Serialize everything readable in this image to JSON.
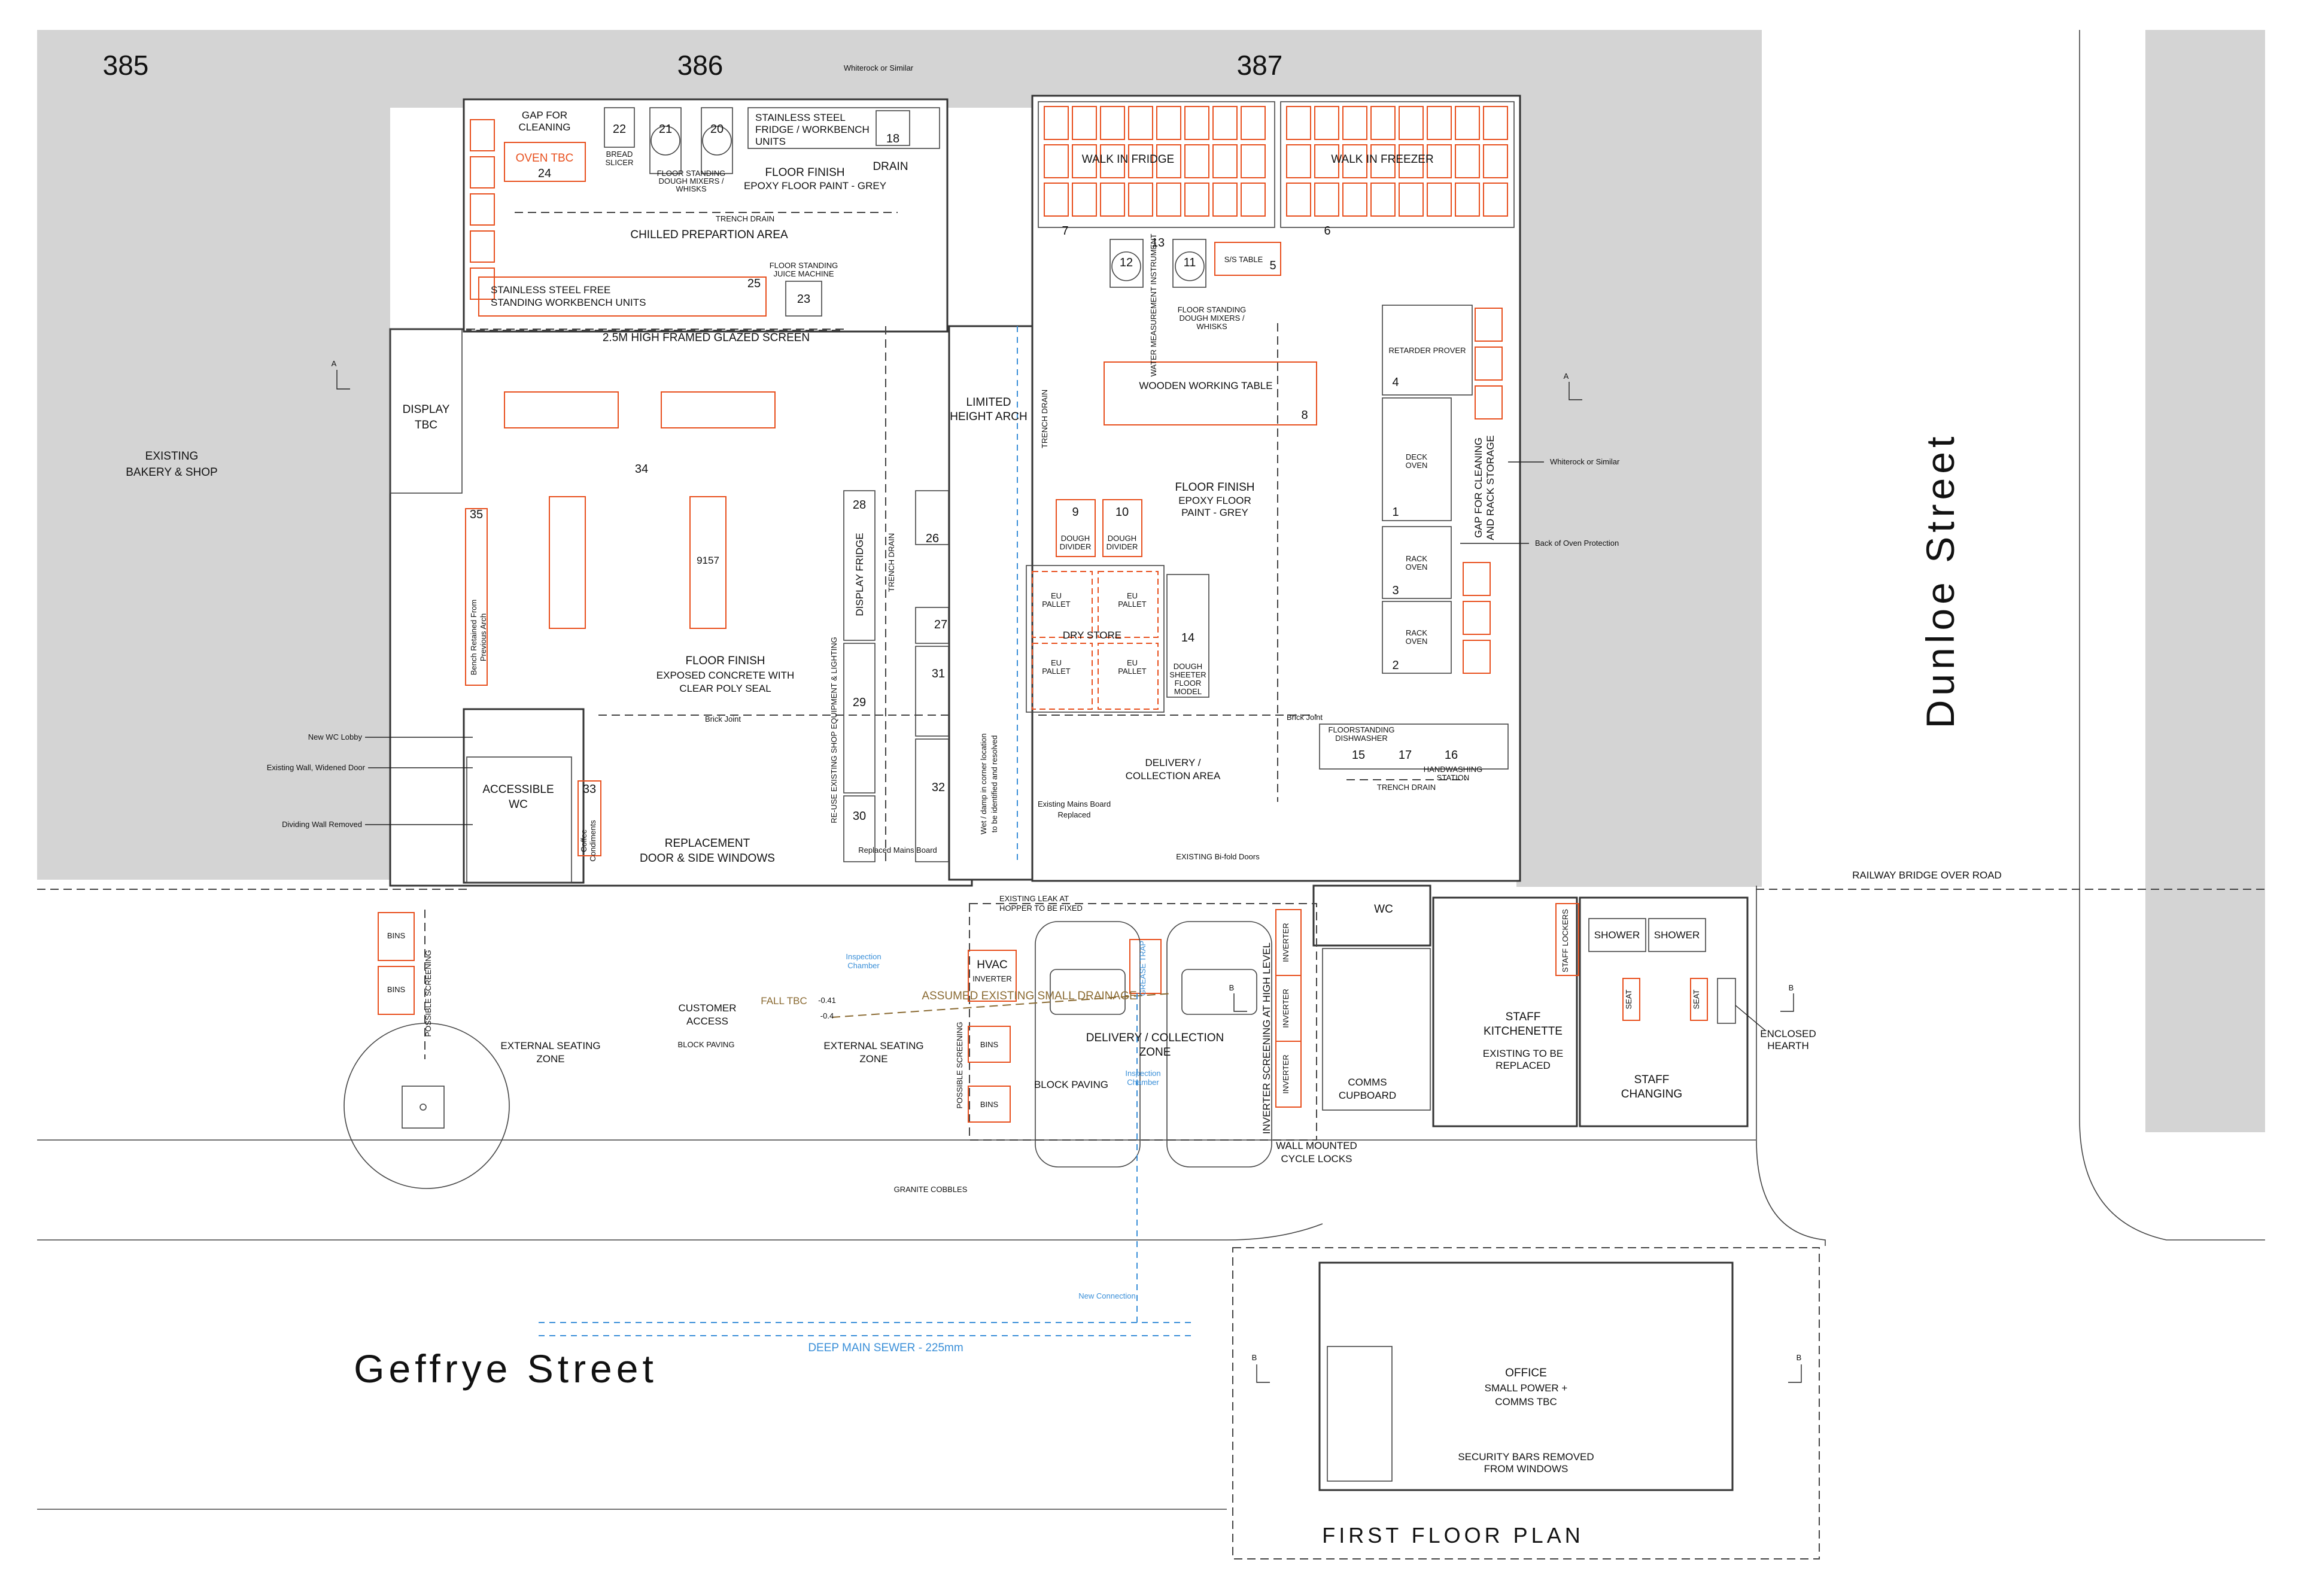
{
  "units": [
    "385",
    "386",
    "387"
  ],
  "streets": {
    "geffrye": "Geffrye Street",
    "dunloe": "Dunloe Street"
  },
  "first_floor": {
    "title": "FIRST FLOOR PLAN",
    "office": [
      "OFFICE",
      "SMALL POWER +",
      "COMMS TBC"
    ],
    "security": [
      "SECURITY BARS REMOVED",
      "FROM WINDOWS"
    ]
  },
  "sewer": "DEEP MAIN SEWER - 225mm",
  "railway": "RAILWAY BRIDGE OVER ROAD",
  "section_letters": {
    "a": "A",
    "b": "B"
  },
  "existing_bakery": [
    "EXISTING",
    "BAKERY & SHOP"
  ],
  "unit386": {
    "gap_cleaning": [
      "GAP FOR",
      "CLEANING"
    ],
    "oven": [
      "OVEN TBC",
      "24"
    ],
    "bread_slicer": [
      "22",
      "BREAD",
      "SLICER"
    ],
    "mixers_no": [
      "21",
      "20"
    ],
    "mixers_label": [
      "FLOOR STANDING",
      "DOUGH MIXERS /",
      "WHISKS"
    ],
    "fridge_wb": [
      "STAINLESS STEEL",
      "FRIDGE / WORKBENCH",
      "UNITS"
    ],
    "fridge_no": "18",
    "whiterock_top": "Whiterock or Similar",
    "drain": "DRAIN",
    "floor_finish": [
      "FLOOR FINISH",
      "EPOXY FLOOR PAINT - GREY"
    ],
    "trench_drain": "TRENCH DRAIN",
    "chilled": "CHILLED PREPARTION AREA",
    "workbench": [
      "STAINLESS STEEL FREE",
      "STANDING WORKBENCH UNITS",
      "25"
    ],
    "juice": [
      "FLOOR STANDING",
      "JUICE MACHINE",
      "23"
    ],
    "glazed_screen": "2.5M HIGH FRAMED GLAZED SCREEN",
    "display_tbc": [
      "DISPLAY",
      "TBC"
    ],
    "seating_no": "34",
    "bench_no": "35",
    "bench_label": [
      "Bench Retained From",
      "Previous Arch"
    ],
    "dim_mid": "9157",
    "floor_finish2": [
      "FLOOR FINISH",
      "EXPOSED CONCRETE WITH",
      "CLEAR POLY SEAL"
    ],
    "brick_joint": "Brick Joint",
    "display_fridge": [
      "28",
      "DISPLAY FRIDGE"
    ],
    "trench_drain_v": "TRENCH DRAIN",
    "reuse_equipment": "RE-USE EXISTING SHOP EQUIPMENT & LIGHTING",
    "items_right": [
      "26",
      "27",
      "31",
      "32"
    ],
    "items_left": [
      "29",
      "30"
    ],
    "wet_damp": [
      "Wet / damp in corner location",
      "to be identified and resolved"
    ],
    "replaced_mains": "Replaced Mains Board",
    "new_wc_lobby": "New WC Lobby",
    "existing_wall": "Existing Wall, Widened Door",
    "dividing_wall": "Dividing Wall Removed",
    "accessible_wc": [
      "ACCESSIBLE",
      "WC"
    ],
    "coffee": [
      "33",
      "Coffee",
      "Condiments"
    ],
    "replacement": [
      "REPLACEMENT",
      "DOOR & SIDE WINDOWS"
    ]
  },
  "arch": {
    "limited": [
      "LIMITED",
      "HEIGHT ARCH"
    ]
  },
  "unit387": {
    "walk_in_fridge": "WALK IN FRIDGE",
    "walk_in_freezer": "WALK IN FREEZER",
    "doors": [
      "7",
      "6"
    ],
    "mixers_no": [
      "12",
      "11",
      "13"
    ],
    "water_instr": "WATER MEASUREMENT INSTRUMENT",
    "mixers_label": [
      "FLOOR STANDING",
      "DOUGH MIXERS /",
      "WHISKS"
    ],
    "ss_table": [
      "S/S TABLE",
      "5"
    ],
    "wooden_table": [
      "WOODEN WORKING TABLE",
      "8"
    ],
    "trench_drain_v": "TRENCH DRAIN",
    "floor_finish": [
      "FLOOR FINISH",
      "EPOXY FLOOR",
      "PAINT - GREY"
    ],
    "dividers": [
      "9",
      "DOUGH",
      "DIVIDER",
      "10",
      "DOUGH",
      "DIVIDER"
    ],
    "pallets": [
      "EU",
      "PALLET"
    ],
    "dry_store": "DRY STORE",
    "sheeter": [
      "14",
      "DOUGH",
      "SHEETER",
      "FLOOR",
      "MODEL"
    ],
    "retarder": [
      "RETARDER PROVER",
      "4"
    ],
    "deck_oven": [
      "DECK",
      "OVEN",
      "1"
    ],
    "rack_oven": [
      "RACK",
      "OVEN",
      "3",
      "2"
    ],
    "gap_rack": [
      "GAP FOR CLEANING",
      "AND RACK STORAGE"
    ],
    "whiterock": "Whiterock or Similar",
    "oven_protection": "Back of Oven Protection",
    "brick_joint": "Brick Joint",
    "dishwasher": [
      "FLOORSTANDING",
      "DISHWASHER",
      "15",
      "17",
      "16"
    ],
    "handwash": [
      "HANDWASHING",
      "STATION"
    ],
    "trench_drain": "TRENCH DRAIN",
    "delivery": [
      "DELIVERY /",
      "COLLECTION AREA"
    ],
    "mains_replaced": [
      "Existing Mains Board",
      "Replaced"
    ],
    "bifold": "EXISTING Bi-fold Doors"
  },
  "external": {
    "bins": "BINS",
    "possible_screening": "POSSIBLE SCREENING",
    "seating_zone": [
      "EXTERNAL SEATING",
      "ZONE"
    ],
    "customer_access": [
      "CUSTOMER",
      "ACCESS"
    ],
    "block_paving": "BLOCK PAVING",
    "fall_tbc": "FALL TBC",
    "levels": [
      "-0.41",
      "-0.4"
    ],
    "inspection_chamber": [
      "Inspection",
      "Chamber"
    ],
    "hvac": [
      "HVAC",
      "INVERTER"
    ],
    "grease_trap": "GREASE TRAP",
    "drainage": "ASSUMED EXISTING SMALL DRAINAGE",
    "leak": [
      "EXISTING LEAK AT",
      "HOPPER TO BE FIXED"
    ],
    "delivery_zone": [
      "DELIVERY / COLLECTION",
      "ZONE"
    ],
    "inverter": "INVERTER",
    "inverter_screening": "INVERTER SCREENING AT HIGH LEVEL",
    "wall_cycle": [
      "WALL MOUNTED",
      "CYCLE LOCKS"
    ],
    "granite": "GRANITE COBBLES",
    "new_connection": "New Connection"
  },
  "staff": {
    "wc": "WC",
    "comms": [
      "COMMS",
      "CUPBOARD"
    ],
    "kitchenette": [
      "STAFF",
      "KITCHENETTE"
    ],
    "kitchenette_note": [
      "EXISTING TO BE",
      "REPLACED"
    ],
    "lockers": "STAFF LOCKERS",
    "shower": "SHOWER",
    "seat": "SEAT",
    "changing": [
      "STAFF",
      "CHANGING"
    ],
    "hearth": [
      "ENCLOSED",
      "HEARTH"
    ]
  }
}
